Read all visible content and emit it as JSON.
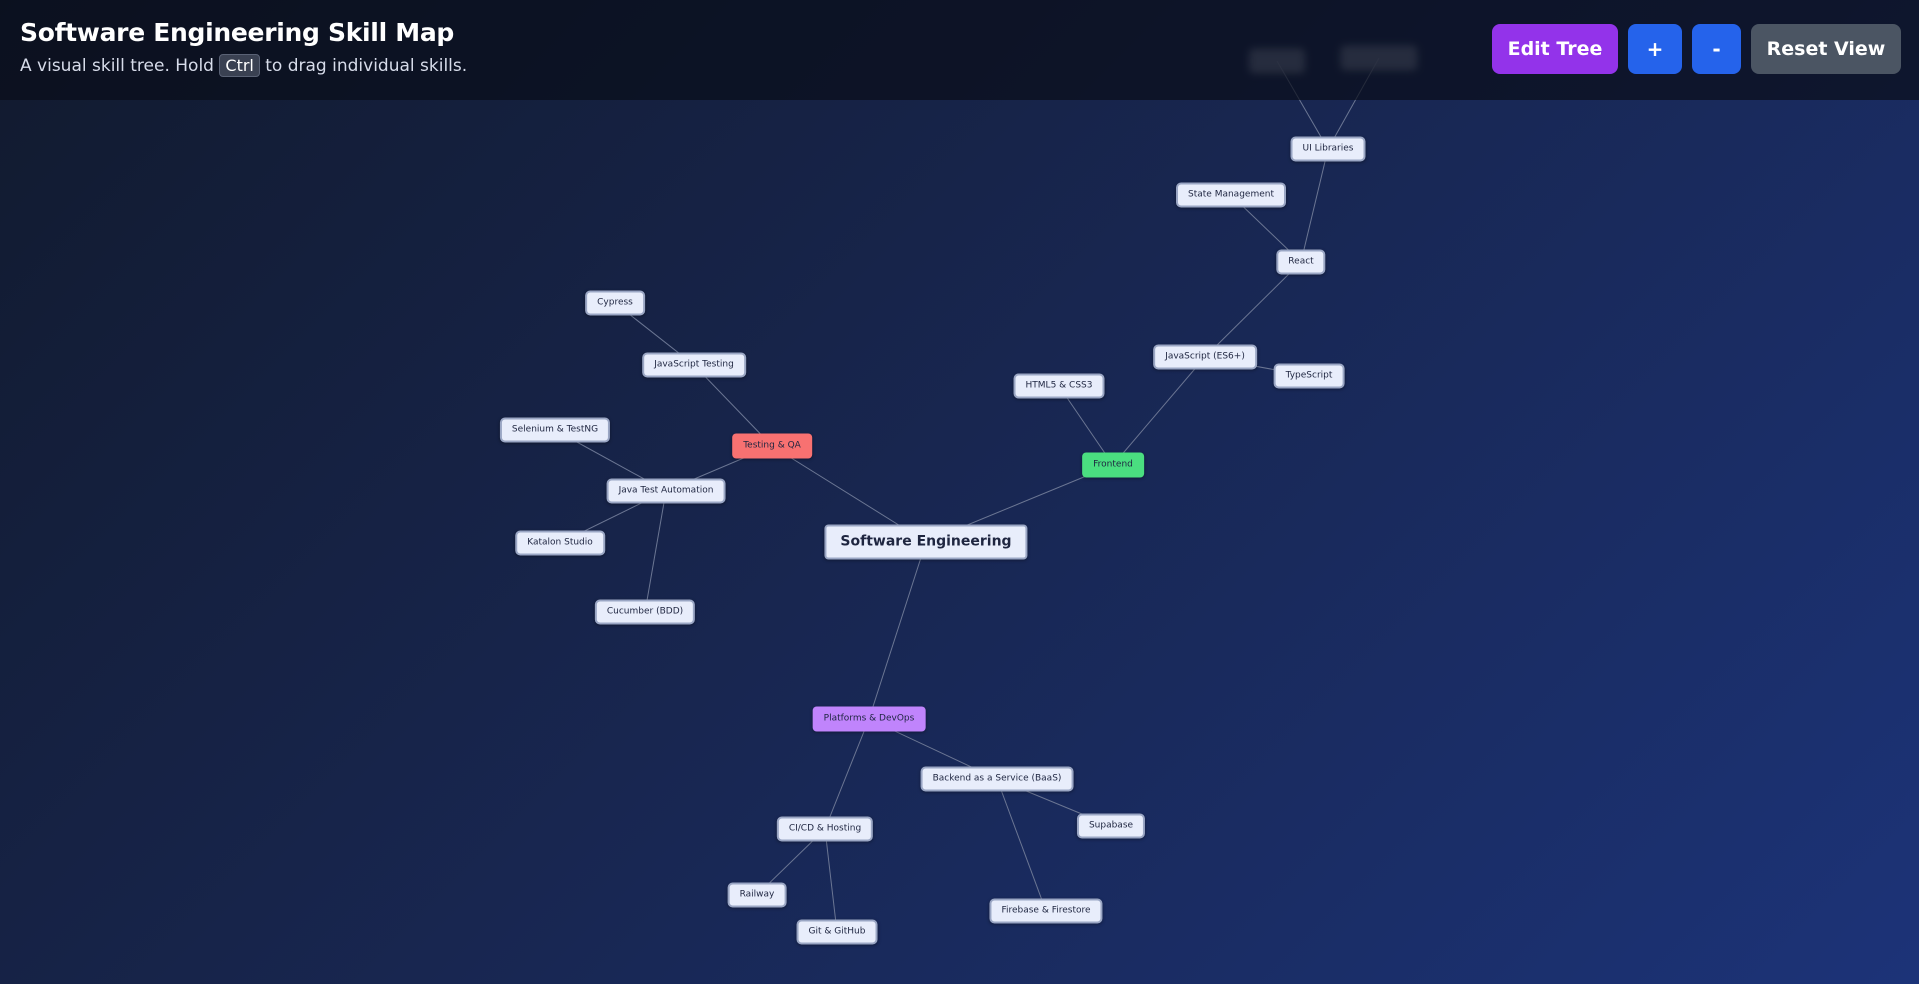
{
  "header": {
    "title": "Software Engineering Skill Map",
    "subtitle_before": "A visual skill tree. Hold ",
    "subtitle_key": "Ctrl",
    "subtitle_after": " to drag individual skills."
  },
  "toolbar": {
    "edit_label": "Edit Tree",
    "zoom_in_label": "+",
    "zoom_out_label": "-",
    "reset_label": "Reset View"
  },
  "colors": {
    "testing": "#f87171",
    "frontend": "#4ade80",
    "platforms": "#c084fc",
    "edge": "#6b7693"
  },
  "tree": {
    "root": "Software Engineering",
    "categories": {
      "testing": "Testing & QA",
      "frontend": "Frontend",
      "platforms": "Platforms & DevOps"
    },
    "skills": {
      "cypress": "Cypress",
      "javascript_testing": "JavaScript Testing",
      "selenium": "Selenium & TestNG",
      "java_test_automation": "Java Test Automation",
      "katalon": "Katalon Studio",
      "cucumber": "Cucumber (BDD)",
      "html_css": "HTML5 & CSS3",
      "javascript": "JavaScript (ES6+)",
      "typescript": "TypeScript",
      "react": "React",
      "state_management": "State Management",
      "ui_libraries": "UI Libraries",
      "baas": "Backend as a Service (BaaS)",
      "supabase": "Supabase",
      "firebase": "Firebase & Firestore",
      "cicd": "CI/CD & Hosting",
      "railway": "Railway",
      "git": "Git & GitHub"
    }
  }
}
